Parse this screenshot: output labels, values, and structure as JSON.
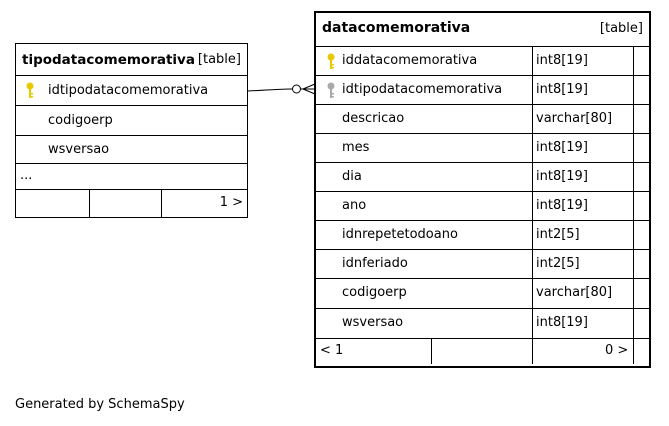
{
  "tables": [
    {
      "name": "tipodatacomemorativa",
      "type_label": "[table]",
      "columns": [
        {
          "name": "idtipodatacomemorativa",
          "key": "primary-key"
        },
        {
          "name": "codigoerp",
          "key": ""
        },
        {
          "name": "wsversao",
          "key": ""
        }
      ],
      "ellipsis": "...",
      "footer": {
        "left": "",
        "middle": "",
        "right": "1 >"
      },
      "key_color": "#e8c800"
    },
    {
      "name": "datacomemorativa",
      "type_label": "[table]",
      "columns": [
        {
          "name": "iddatacomemorativa",
          "type": "int8[19]",
          "key": "primary-key"
        },
        {
          "name": "idtipodatacomemorativa",
          "type": "int8[19]",
          "key": "foreign-key"
        },
        {
          "name": "descricao",
          "type": "varchar[80]",
          "key": ""
        },
        {
          "name": "mes",
          "type": "int8[19]",
          "key": ""
        },
        {
          "name": "dia",
          "type": "int8[19]",
          "key": ""
        },
        {
          "name": "ano",
          "type": "int8[19]",
          "key": ""
        },
        {
          "name": "idnrepetetodoano",
          "type": "int2[5]",
          "key": ""
        },
        {
          "name": "idnferiado",
          "type": "int2[5]",
          "key": ""
        },
        {
          "name": "codigoerp",
          "type": "varchar[80]",
          "key": ""
        },
        {
          "name": "wsversao",
          "type": "int8[19]",
          "key": ""
        }
      ],
      "footer": {
        "left": "< 1",
        "middle": "",
        "right": "0 >"
      },
      "pk_color": "#e8c800",
      "fk_color": "#a9a9a9"
    }
  ],
  "relationship": {
    "from": "datacomemorativa.idtipodatacomemorativa",
    "to": "tipodatacomemorativa.idtipodatacomemorativa"
  },
  "generated_by": "Generated by SchemaSpy"
}
